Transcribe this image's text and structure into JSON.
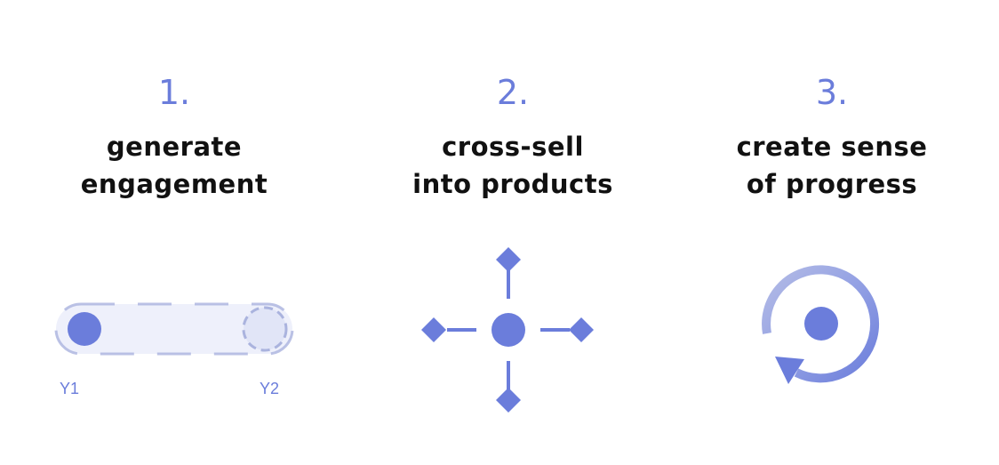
{
  "steps": [
    {
      "number": "1.",
      "title_lines": [
        "generate",
        "engagement"
      ],
      "icon": "timeline-icon"
    },
    {
      "number": "2.",
      "title_lines": [
        "cross-sell",
        "into products"
      ],
      "icon": "cross-arrows-icon"
    },
    {
      "number": "3.",
      "title_lines": [
        "create sense",
        "of progress"
      ],
      "icon": "progress-cycle-icon"
    }
  ],
  "timeline": {
    "start_label": "Y1",
    "end_label": "Y2"
  },
  "colors": {
    "accent": "#6b7ddb",
    "accent_light": "#eef0fb",
    "accent_muted": "#aab3de",
    "title": "#111111"
  }
}
